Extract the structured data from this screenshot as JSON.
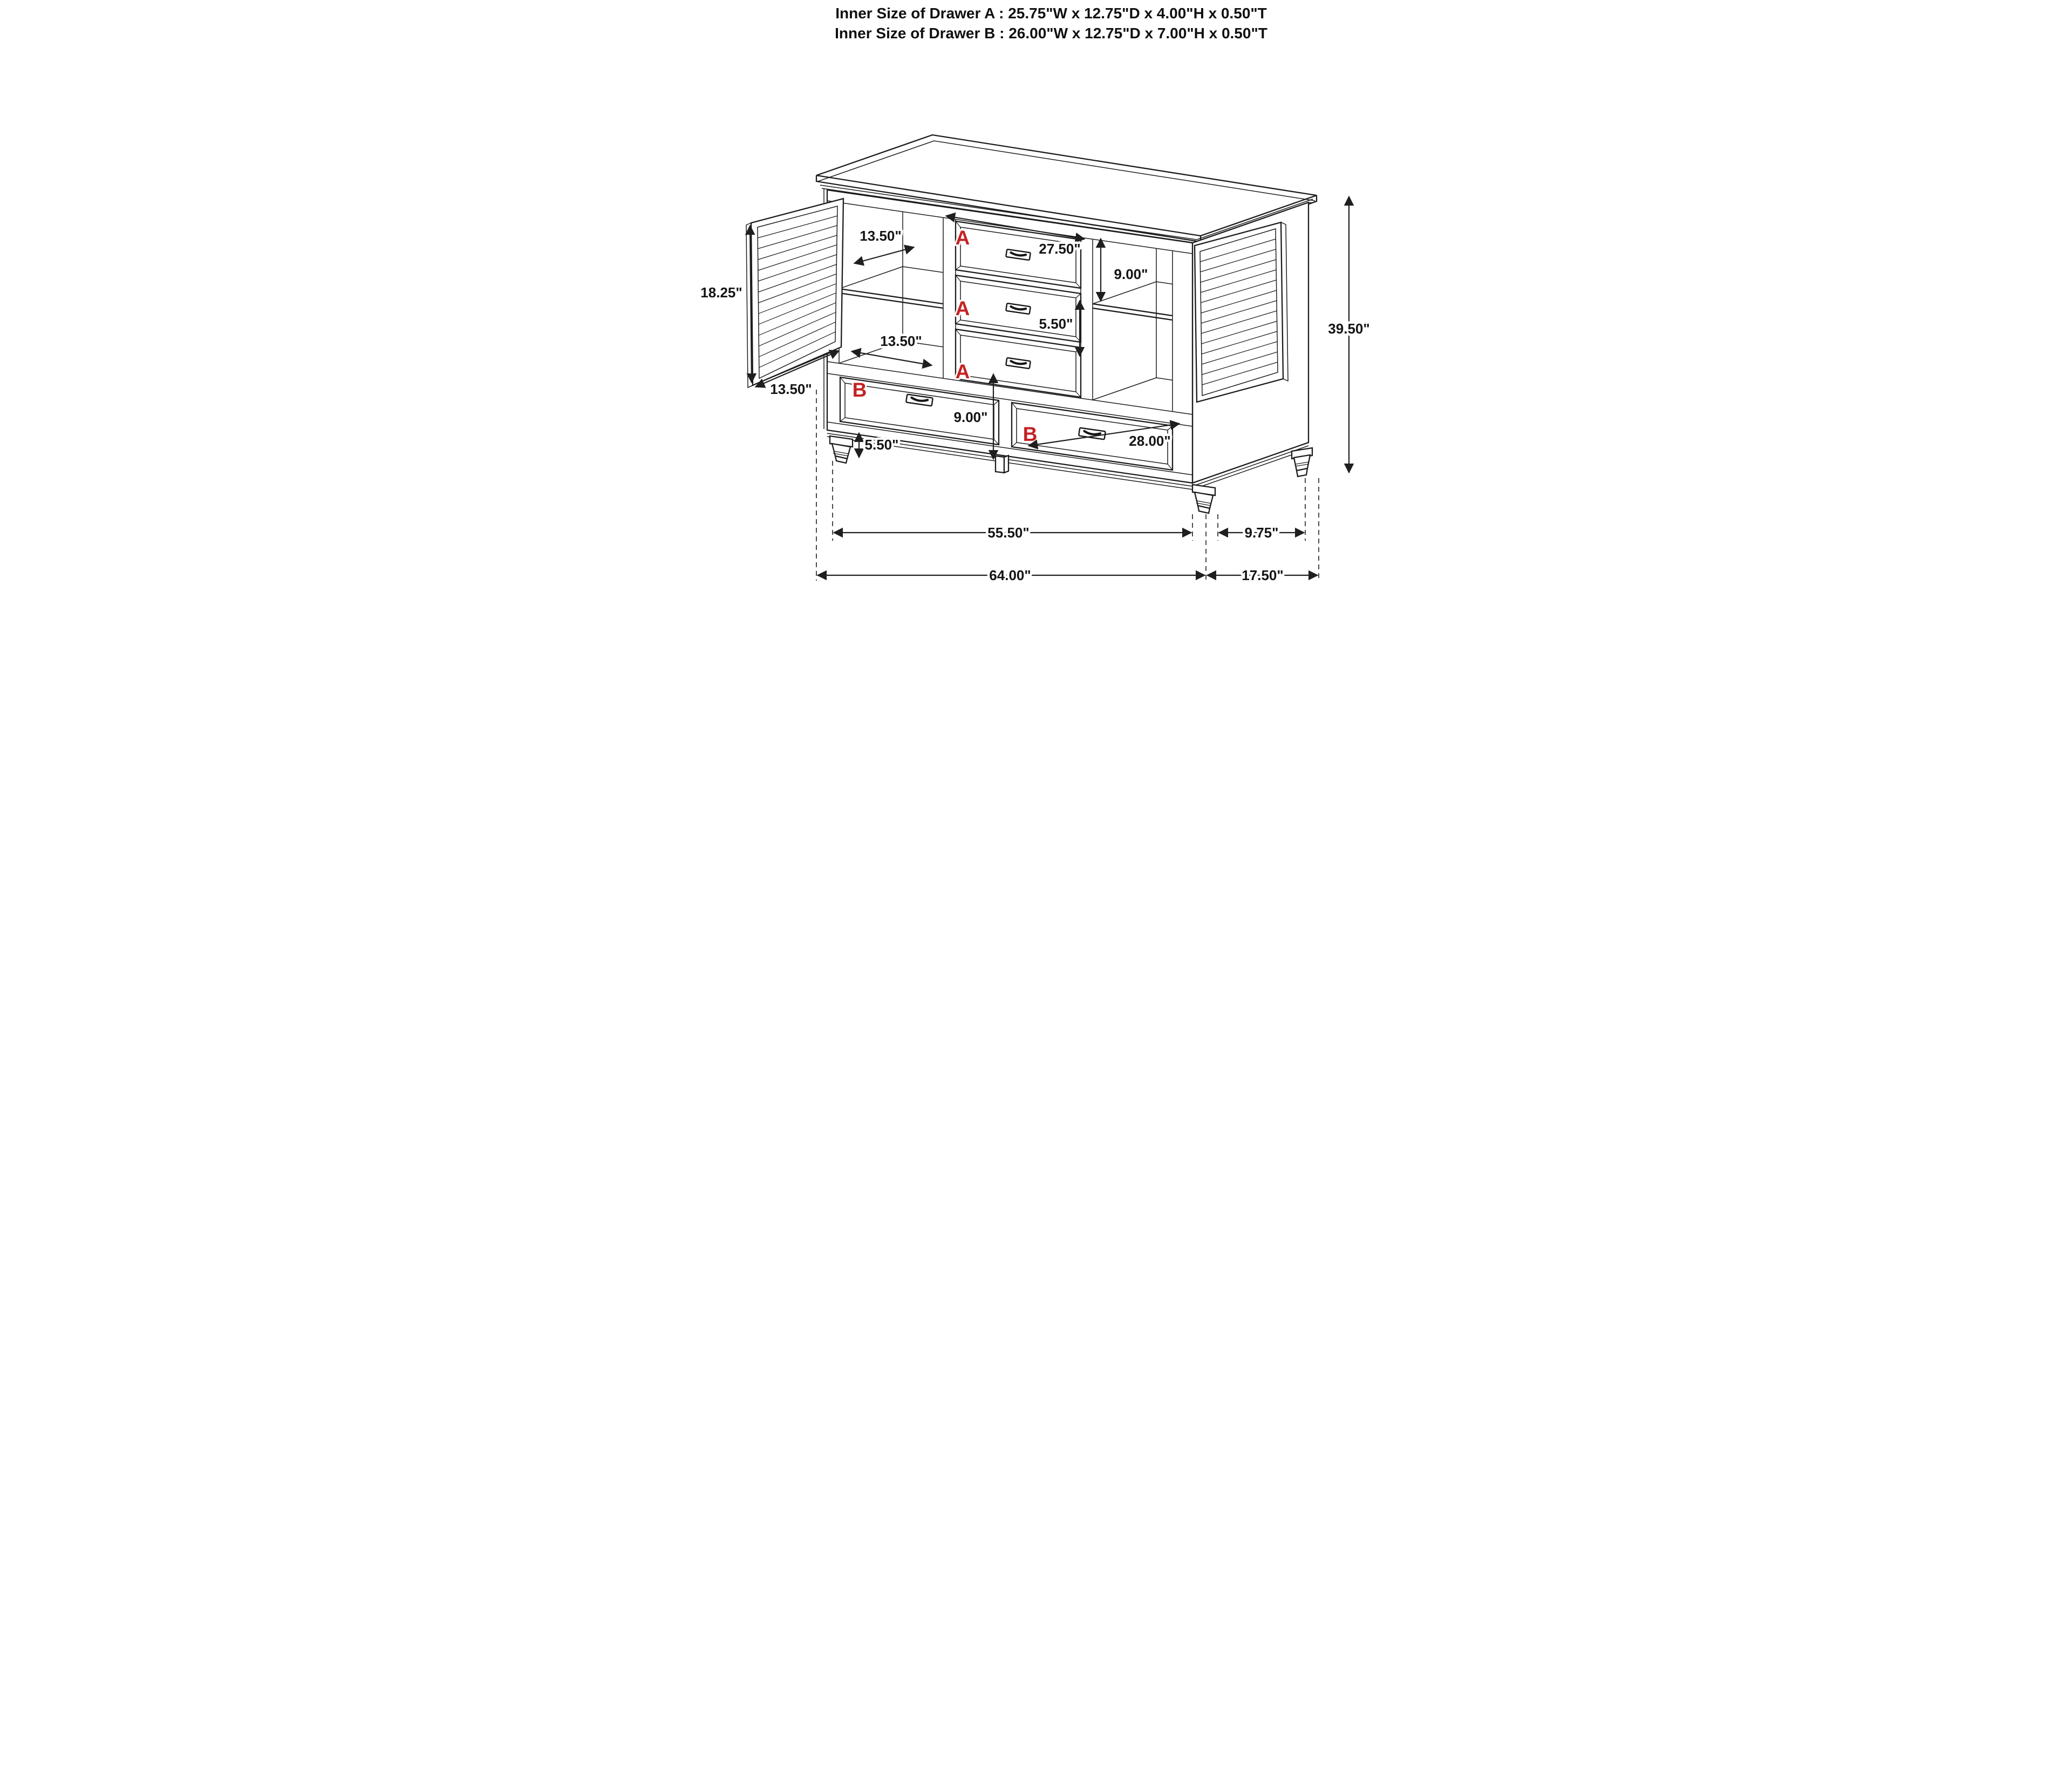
{
  "title": {
    "line1": "Inner Size of Drawer A : 25.75\"W x 12.75\"D x 4.00\"H x 0.50\"T",
    "line2": "Inner Size of Drawer B : 26.00\"W x 12.75\"D x 7.00\"H x 0.50\"T"
  },
  "labels": {
    "a": "A",
    "b": "B"
  },
  "dims": {
    "door_height": "18.25\"",
    "shelf_depth": "13.50\"",
    "drawer_a_width": "27.50\"",
    "right_opening_height": "9.00\"",
    "drawer_a_height": "5.50\"",
    "left_opening_width": "13.50\"",
    "door_width": "13.50\"",
    "drawer_b_height": "9.00\"",
    "drawer_b_width": "28.00\"",
    "leg_height": "5.50\"",
    "overall_height": "39.50\"",
    "front_leg_span": "55.50\"",
    "side_leg_span": "9.75\"",
    "overall_width": "64.00\"",
    "overall_depth": "17.50\""
  },
  "colors": {
    "line": "#1c1c1c",
    "accent_red": "#c42222",
    "background": "#ffffff"
  }
}
